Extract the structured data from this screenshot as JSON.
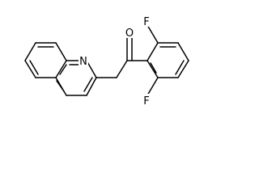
{
  "molecule": {
    "atoms": {
      "n1": "N",
      "o1": "O",
      "f1": "F",
      "f2": "F"
    }
  }
}
